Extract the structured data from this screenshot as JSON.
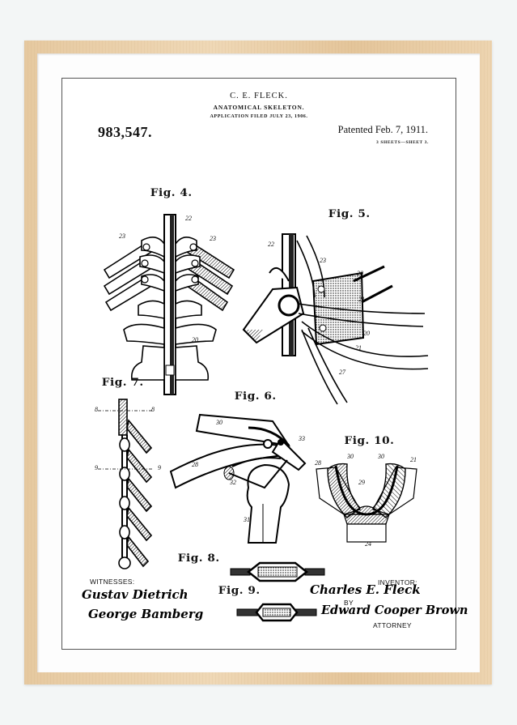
{
  "patent": {
    "inventor_name": "C. E. FLECK.",
    "title": "ANATOMICAL SKELETON.",
    "application_filed": "APPLICATION FILED JULY 23, 1906.",
    "patent_number": "983,547.",
    "patented_date": "Patented Feb. 7, 1911.",
    "sheet_info": "3 SHEETS—SHEET 3."
  },
  "figures": [
    {
      "id": "fig4",
      "label": "Fig. 4.",
      "refs": [
        "22",
        "23",
        "23",
        "20"
      ]
    },
    {
      "id": "fig5",
      "label": "Fig. 5.",
      "refs": [
        "22",
        "23",
        "20",
        "21",
        "20",
        "21",
        "27"
      ]
    },
    {
      "id": "fig6",
      "label": "Fig. 6.",
      "refs": [
        "30",
        "33",
        "28",
        "32",
        "31"
      ]
    },
    {
      "id": "fig7",
      "label": "Fig. 7.",
      "refs": [
        "8",
        "8",
        "9",
        "9"
      ]
    },
    {
      "id": "fig8",
      "label": "Fig. 8.",
      "refs": []
    },
    {
      "id": "fig9",
      "label": "Fig. 9.",
      "refs": []
    },
    {
      "id": "fig10",
      "label": "Fig. 10.",
      "refs": [
        "30",
        "30",
        "28",
        "21",
        "29",
        "24"
      ]
    }
  ],
  "signatures": {
    "witnesses_label": "WITNESSES:",
    "witness_1": "Gustav Dietrich",
    "witness_2": "George Bamberg",
    "inventor_label": "INVENTOR:",
    "inventor_signature": "Charles E. Fleck",
    "by_label": "BY",
    "attorney_signature": "Edward Cooper Brown",
    "attorney_label": "ATTORNEY"
  },
  "colors": {
    "background": "#f3f6f6",
    "frame_wood": "#e9cda6",
    "mat": "#fdfdfd",
    "ink": "#111111"
  }
}
